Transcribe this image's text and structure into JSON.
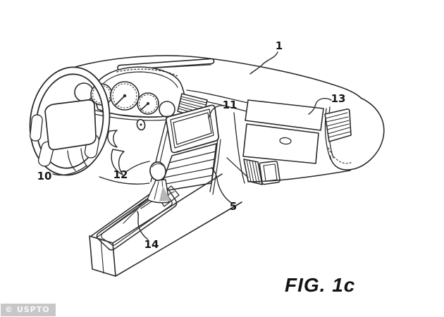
{
  "figure": {
    "caption": "FIG. 1c",
    "watermark": "© USPTO",
    "labels": {
      "dashboard": "1",
      "center_console_side": "5",
      "steering_wheel": "10",
      "display_screen": "11",
      "gear_shifter": "12",
      "glovebox_panel": "13",
      "console_tray": "14"
    },
    "colors": {
      "line": "#2b2b2b",
      "badge_background": "#c7c7c7",
      "badge_text": "#fafafa",
      "shade_gray": "#b7b7b7"
    }
  }
}
